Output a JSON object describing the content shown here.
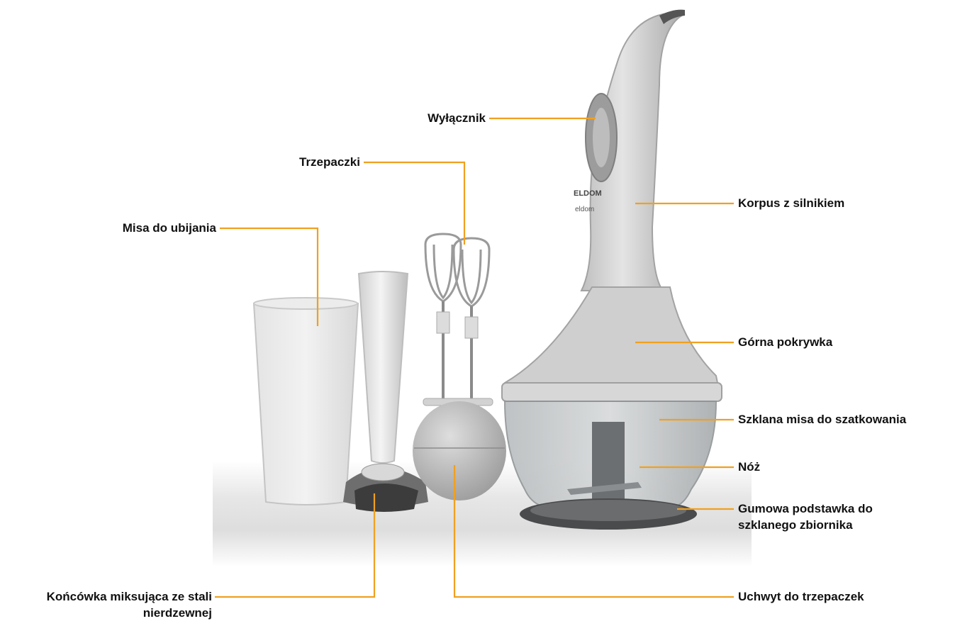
{
  "diagram": {
    "accent_color": "#f0a020",
    "labels": {
      "wylacznik": "Wyłącznik",
      "trzepaczki": "Trzepaczki",
      "misa_ubijania": "Misa do ubijania",
      "korpus": "Korpus z silnikiem",
      "gorna_pokrywka": "Górna pokrywka",
      "szklana_misa": "Szklana misa do szatkowania",
      "noz": "Nóż",
      "gumowa_line1": "Gumowa podstawka do",
      "gumowa_line2": "szklanego zbiornika",
      "koncowka_line1": "Końcówka miksująca ze stali",
      "koncowka_line2": "nierdzewnej",
      "uchwyt": "Uchwyt do trzepaczek"
    },
    "logo_text_1": "ELDOM",
    "logo_text_2": "eldom"
  }
}
